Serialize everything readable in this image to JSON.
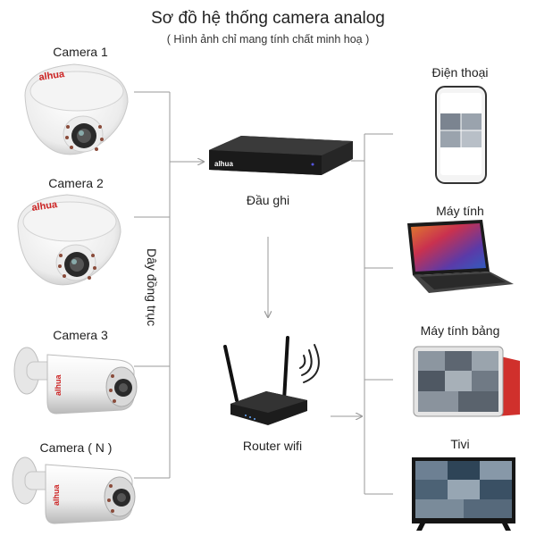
{
  "title": "Sơ đồ hệ thống camera analog",
  "subtitle": "( Hình ảnh chỉ mang tính chất minh hoạ )",
  "cameras": [
    {
      "label": "Camera 1",
      "brand": "alhua",
      "kind": "dome"
    },
    {
      "label": "Camera 2",
      "brand": "alhua",
      "kind": "dome"
    },
    {
      "label": "Camera 3",
      "brand": "alhua",
      "kind": "bullet"
    },
    {
      "label": "Camera ( N )",
      "brand": "alhua",
      "kind": "bullet"
    }
  ],
  "cable_label": "Dây đồng trục",
  "recorder": {
    "label": "Đầu ghi",
    "brand": "alhua"
  },
  "router": {
    "label": "Router wifi"
  },
  "devices": [
    {
      "label": "Điện thoại",
      "icon": "phone-icon"
    },
    {
      "label": "Máy tính",
      "icon": "laptop-icon"
    },
    {
      "label": "Máy tính bảng",
      "icon": "tablet-icon"
    },
    {
      "label": "Tivi",
      "icon": "tv-icon"
    }
  ],
  "colors": {
    "line": "#9a9a9a",
    "device_dark": "#1d1d1d",
    "tablet_case": "#d0302c"
  }
}
